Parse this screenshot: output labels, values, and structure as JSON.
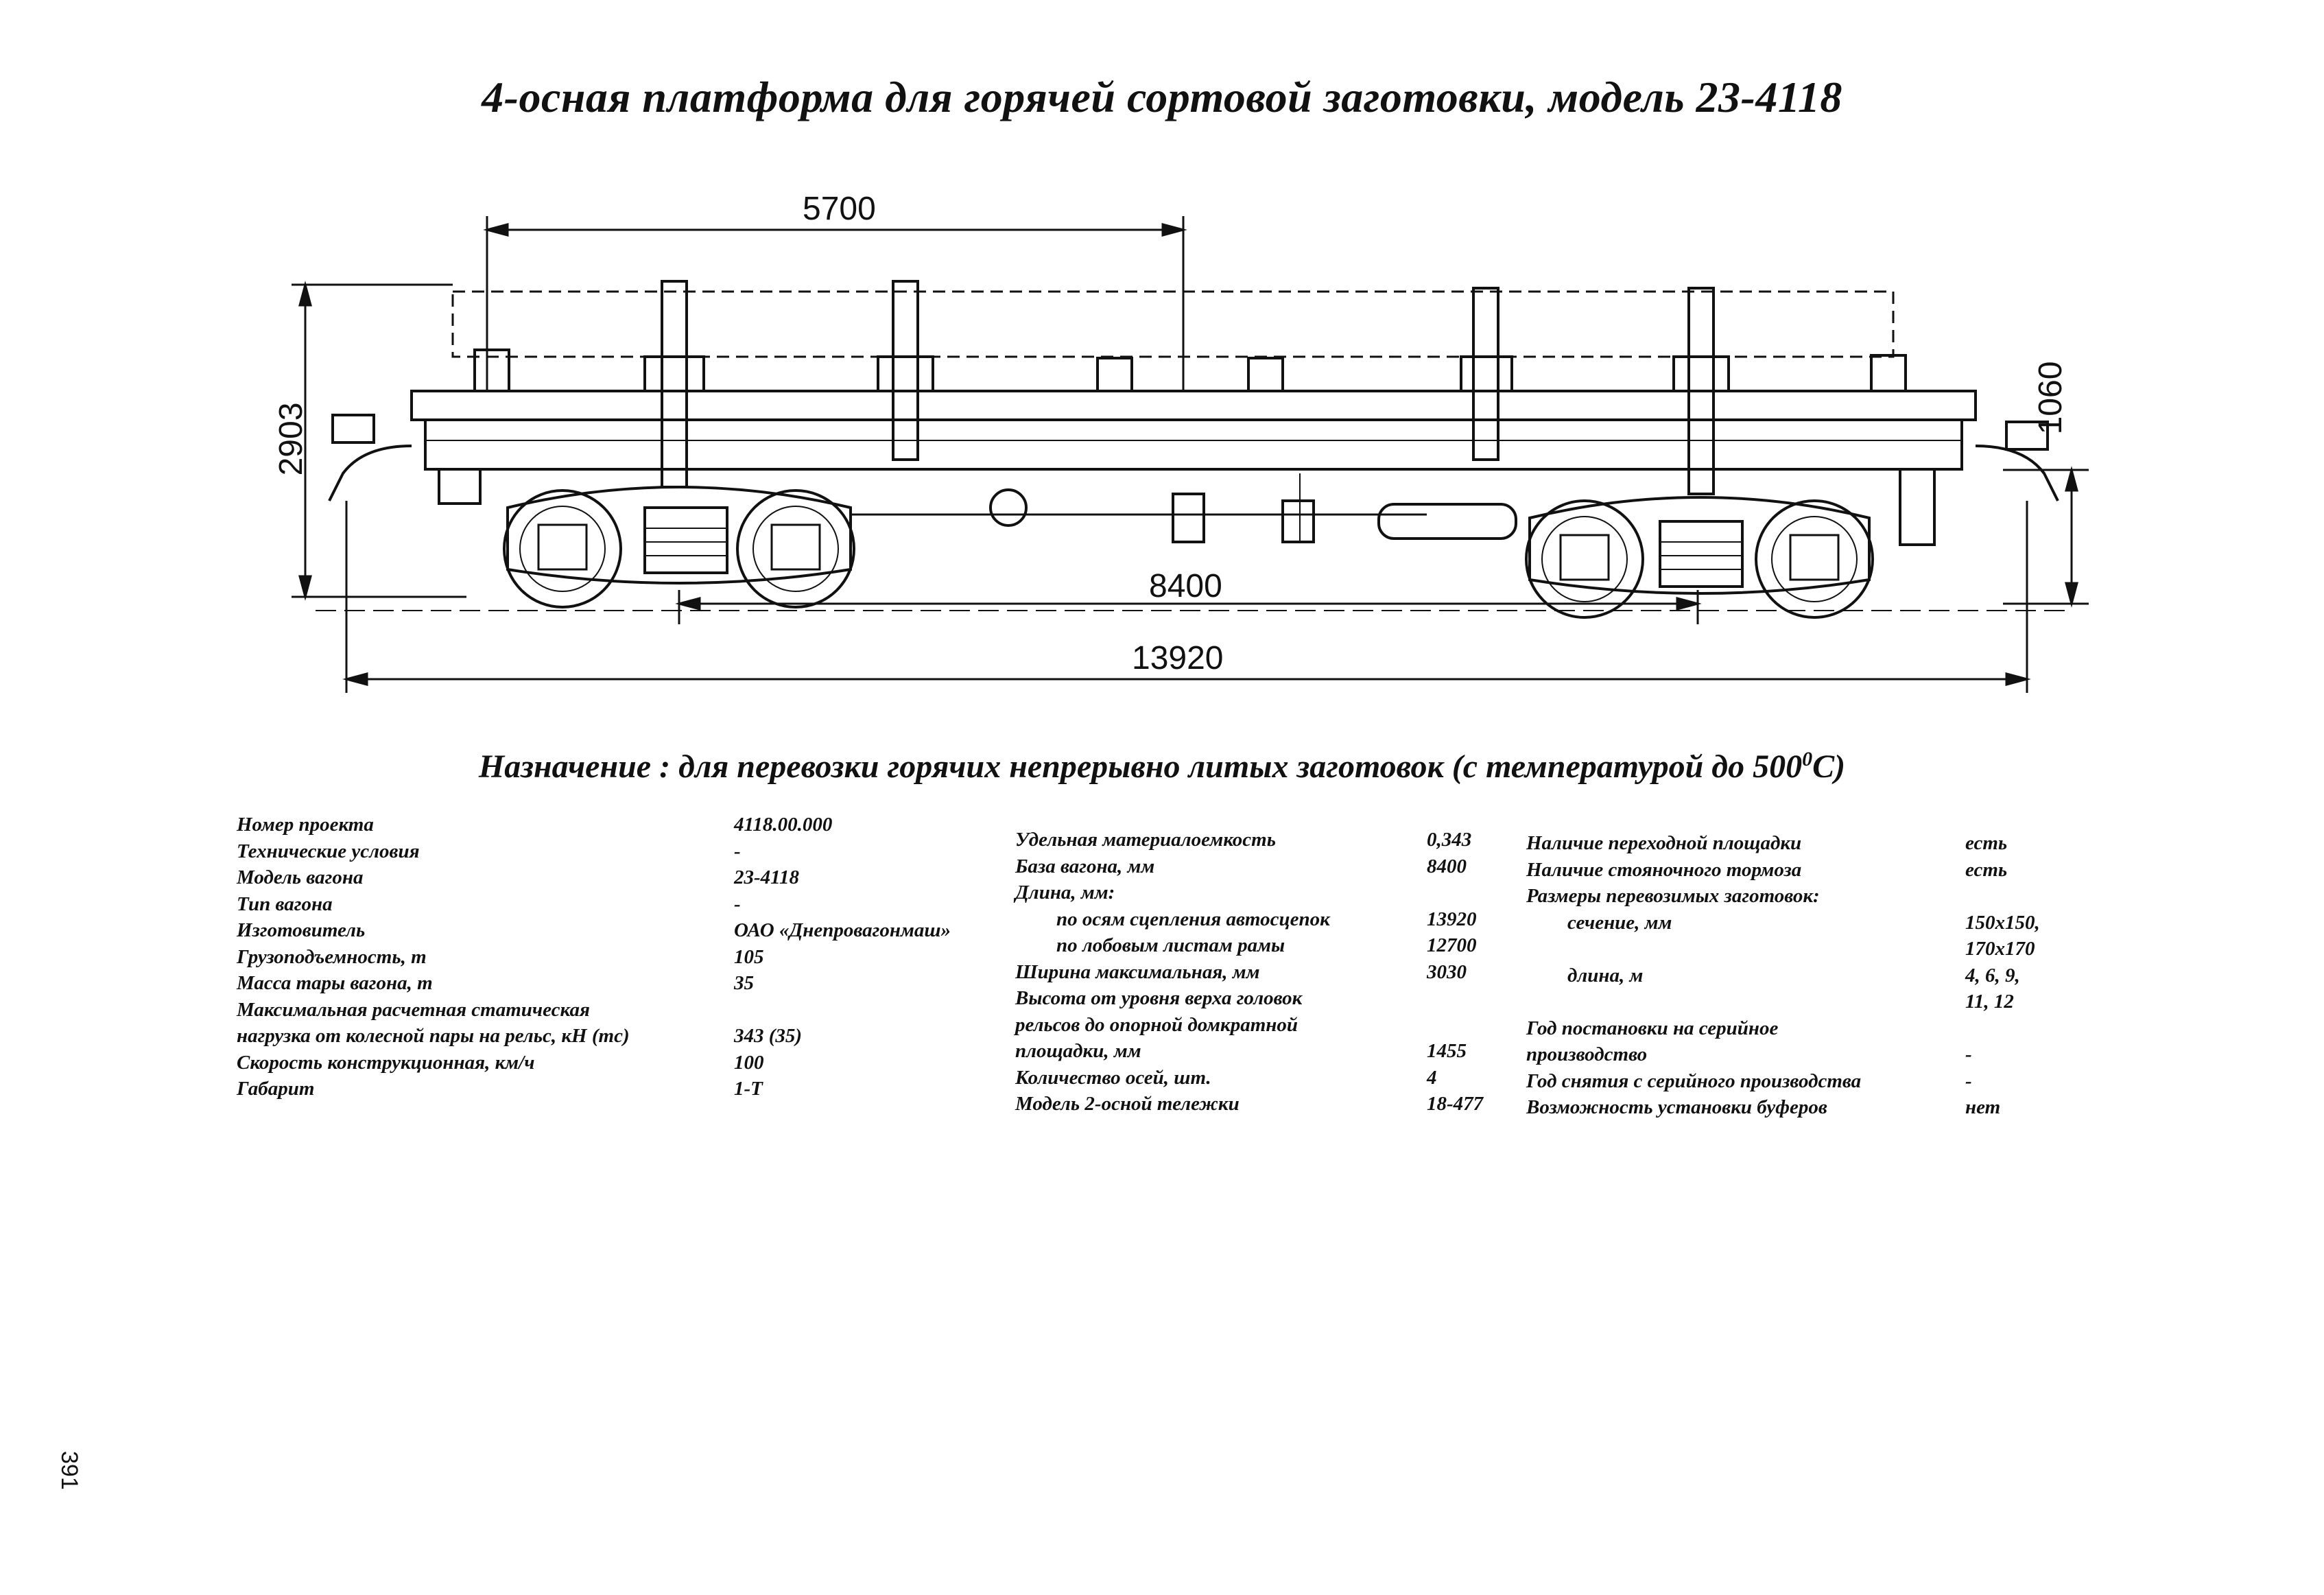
{
  "title": "4-осная платформа для горячей сортовой заготовки, модель 23-4118",
  "drawing": {
    "dims": {
      "d5700": "5700",
      "d2903": "2903",
      "d1060": "1060",
      "d8400": "8400",
      "d13920": "13920"
    }
  },
  "purpose": {
    "text": "Назначение : для перевозки горячих непрерывно литых заготовок (с температурой до 500",
    "sup": "0",
    "tail": "С)"
  },
  "specs": {
    "col1": [
      {
        "label": "Номер проекта",
        "value": "4118.00.000"
      },
      {
        "label": "Технические условия",
        "value": "-"
      },
      {
        "label": "Модель вагона",
        "value": "23-4118"
      },
      {
        "label": "Тип вагона",
        "value": "-"
      },
      {
        "label": "Изготовитель",
        "value": "ОАО «Днепровагонмаш»"
      },
      {
        "label": "Грузоподъемность, т",
        "value": "105"
      },
      {
        "label": "Масса тары вагона, т",
        "value": "35"
      },
      {
        "label": "Максимальная расчетная статическая",
        "value": ""
      },
      {
        "label": "нагрузка от колесной пары на рельс, кН (тс)",
        "value": "343 (35)"
      },
      {
        "label": "Скорость конструкционная, км/ч",
        "value": "100"
      },
      {
        "label": "Габарит",
        "value": "1-Т"
      }
    ],
    "col2": [
      {
        "label": "Удельная материалоемкость",
        "value": "0,343"
      },
      {
        "label": "База вагона, мм",
        "value": "8400"
      },
      {
        "label": "Длина, мм:",
        "value": ""
      },
      {
        "label": "по осям сцепления автосцепок",
        "value": "13920"
      },
      {
        "label": "по лобовым листам рамы",
        "value": "12700"
      },
      {
        "label": "Ширина максимальная, мм",
        "value": "3030"
      },
      {
        "label": "Высота от уровня верха головок",
        "value": ""
      },
      {
        "label": "рельсов до опорной домкратной",
        "value": ""
      },
      {
        "label": "площадки, мм",
        "value": "1455"
      },
      {
        "label": "Количество осей, шт.",
        "value": "4"
      },
      {
        "label": "Модель 2-осной тележки",
        "value": "18-477"
      }
    ],
    "col3": [
      {
        "label": "Наличие переходной площадки",
        "value": "есть"
      },
      {
        "label": "Наличие стояночного тормоза",
        "value": "есть"
      },
      {
        "label": "Размеры перевозимых заготовок:",
        "value": ""
      },
      {
        "label": "сечение, мм",
        "value": "150х150,"
      },
      {
        "label": "",
        "value": "170х170"
      },
      {
        "label": "длина, м",
        "value": "4, 6, 9,"
      },
      {
        "label": "",
        "value": "11, 12"
      },
      {
        "label": "Год постановки на серийное",
        "value": ""
      },
      {
        "label": "производство",
        "value": "-"
      },
      {
        "label": "Год снятия с серийного производства",
        "value": "-"
      },
      {
        "label": "Возможность установки буферов",
        "value": "нет"
      }
    ]
  },
  "page_number": "391"
}
